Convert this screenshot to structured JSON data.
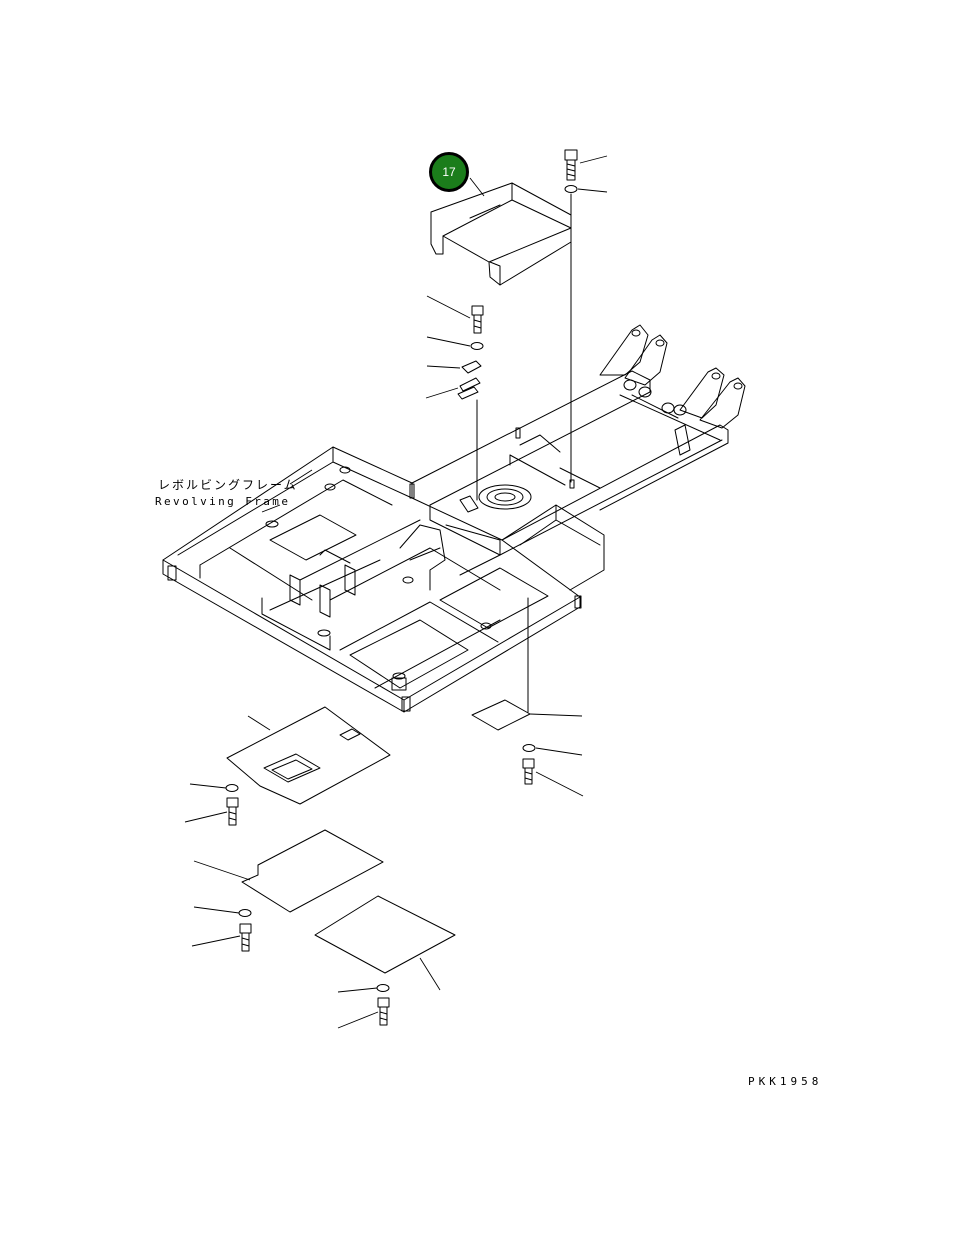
{
  "diagram": {
    "callout": {
      "number": "17",
      "color": "#1b7d1b"
    },
    "frame_label_jp": "レボルビングフレーム",
    "frame_label_en": "Revolving Frame",
    "drawing_code": "PKK1958"
  }
}
